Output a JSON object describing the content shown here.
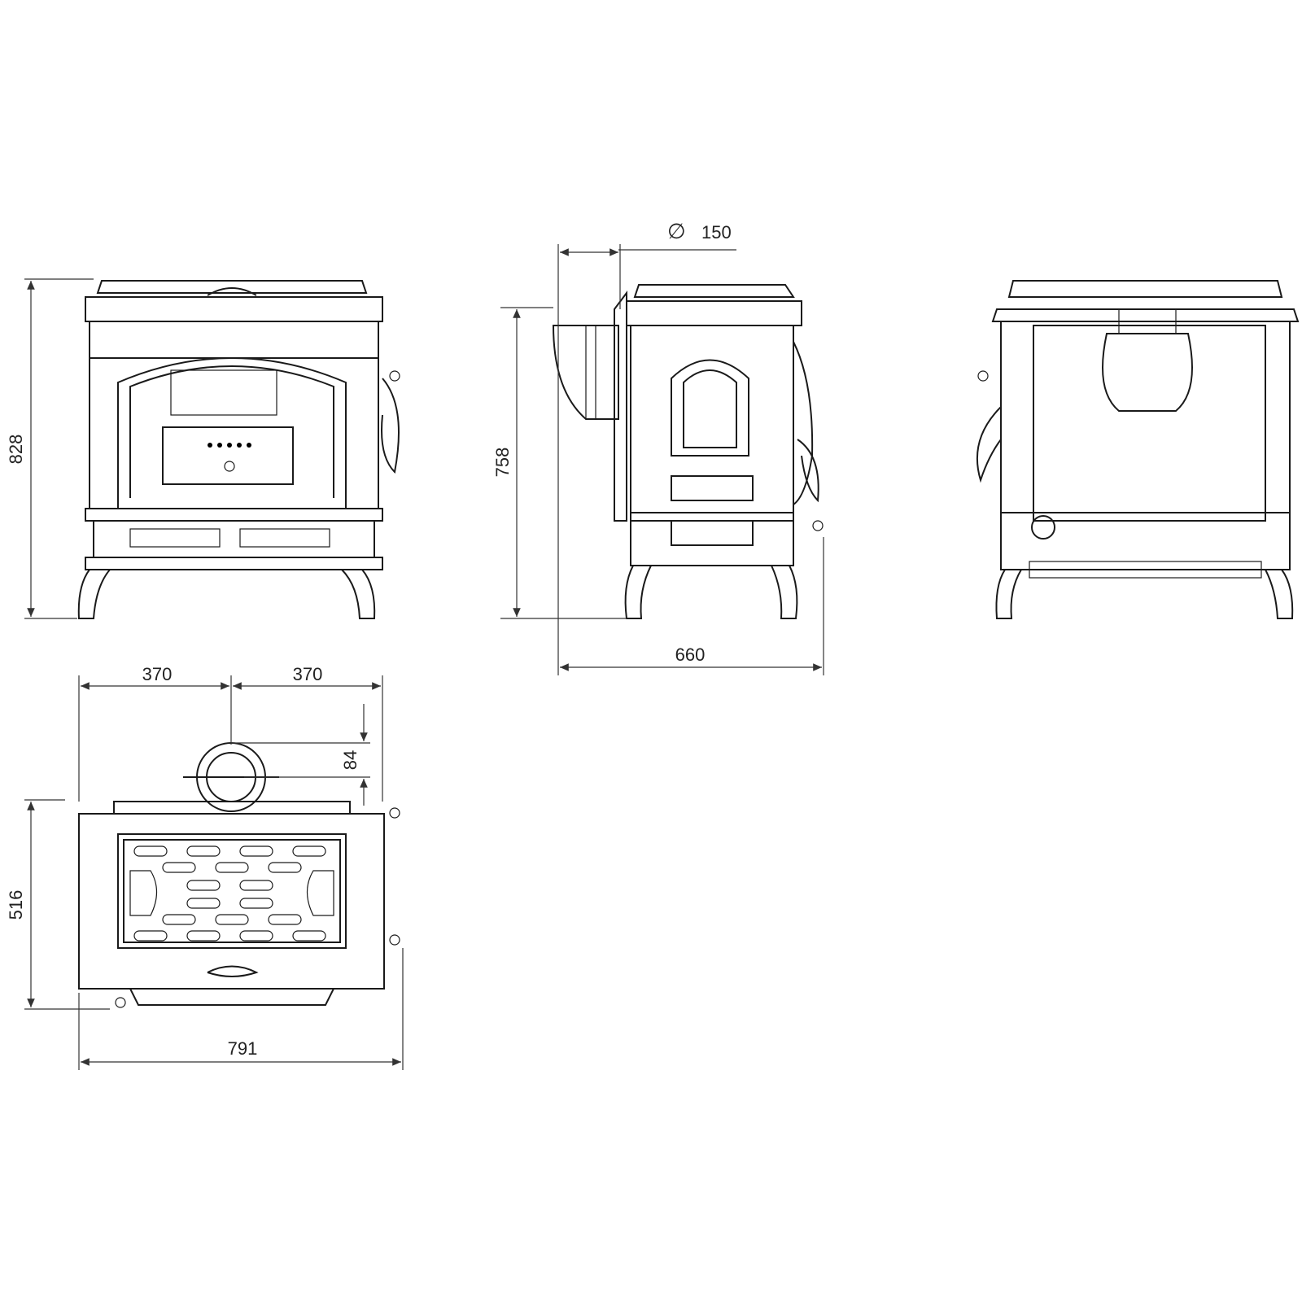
{
  "dimensions": {
    "front_height": "828",
    "side_height": "758",
    "flue_diameter_symbol": "∅",
    "flue_diameter": "150",
    "side_depth": "660",
    "top_left_half": "370",
    "top_right_half": "370",
    "flue_offset": "84",
    "top_depth": "516",
    "top_width": "791"
  },
  "colors": {
    "line": "#1a1a1a",
    "background": "#ffffff"
  }
}
